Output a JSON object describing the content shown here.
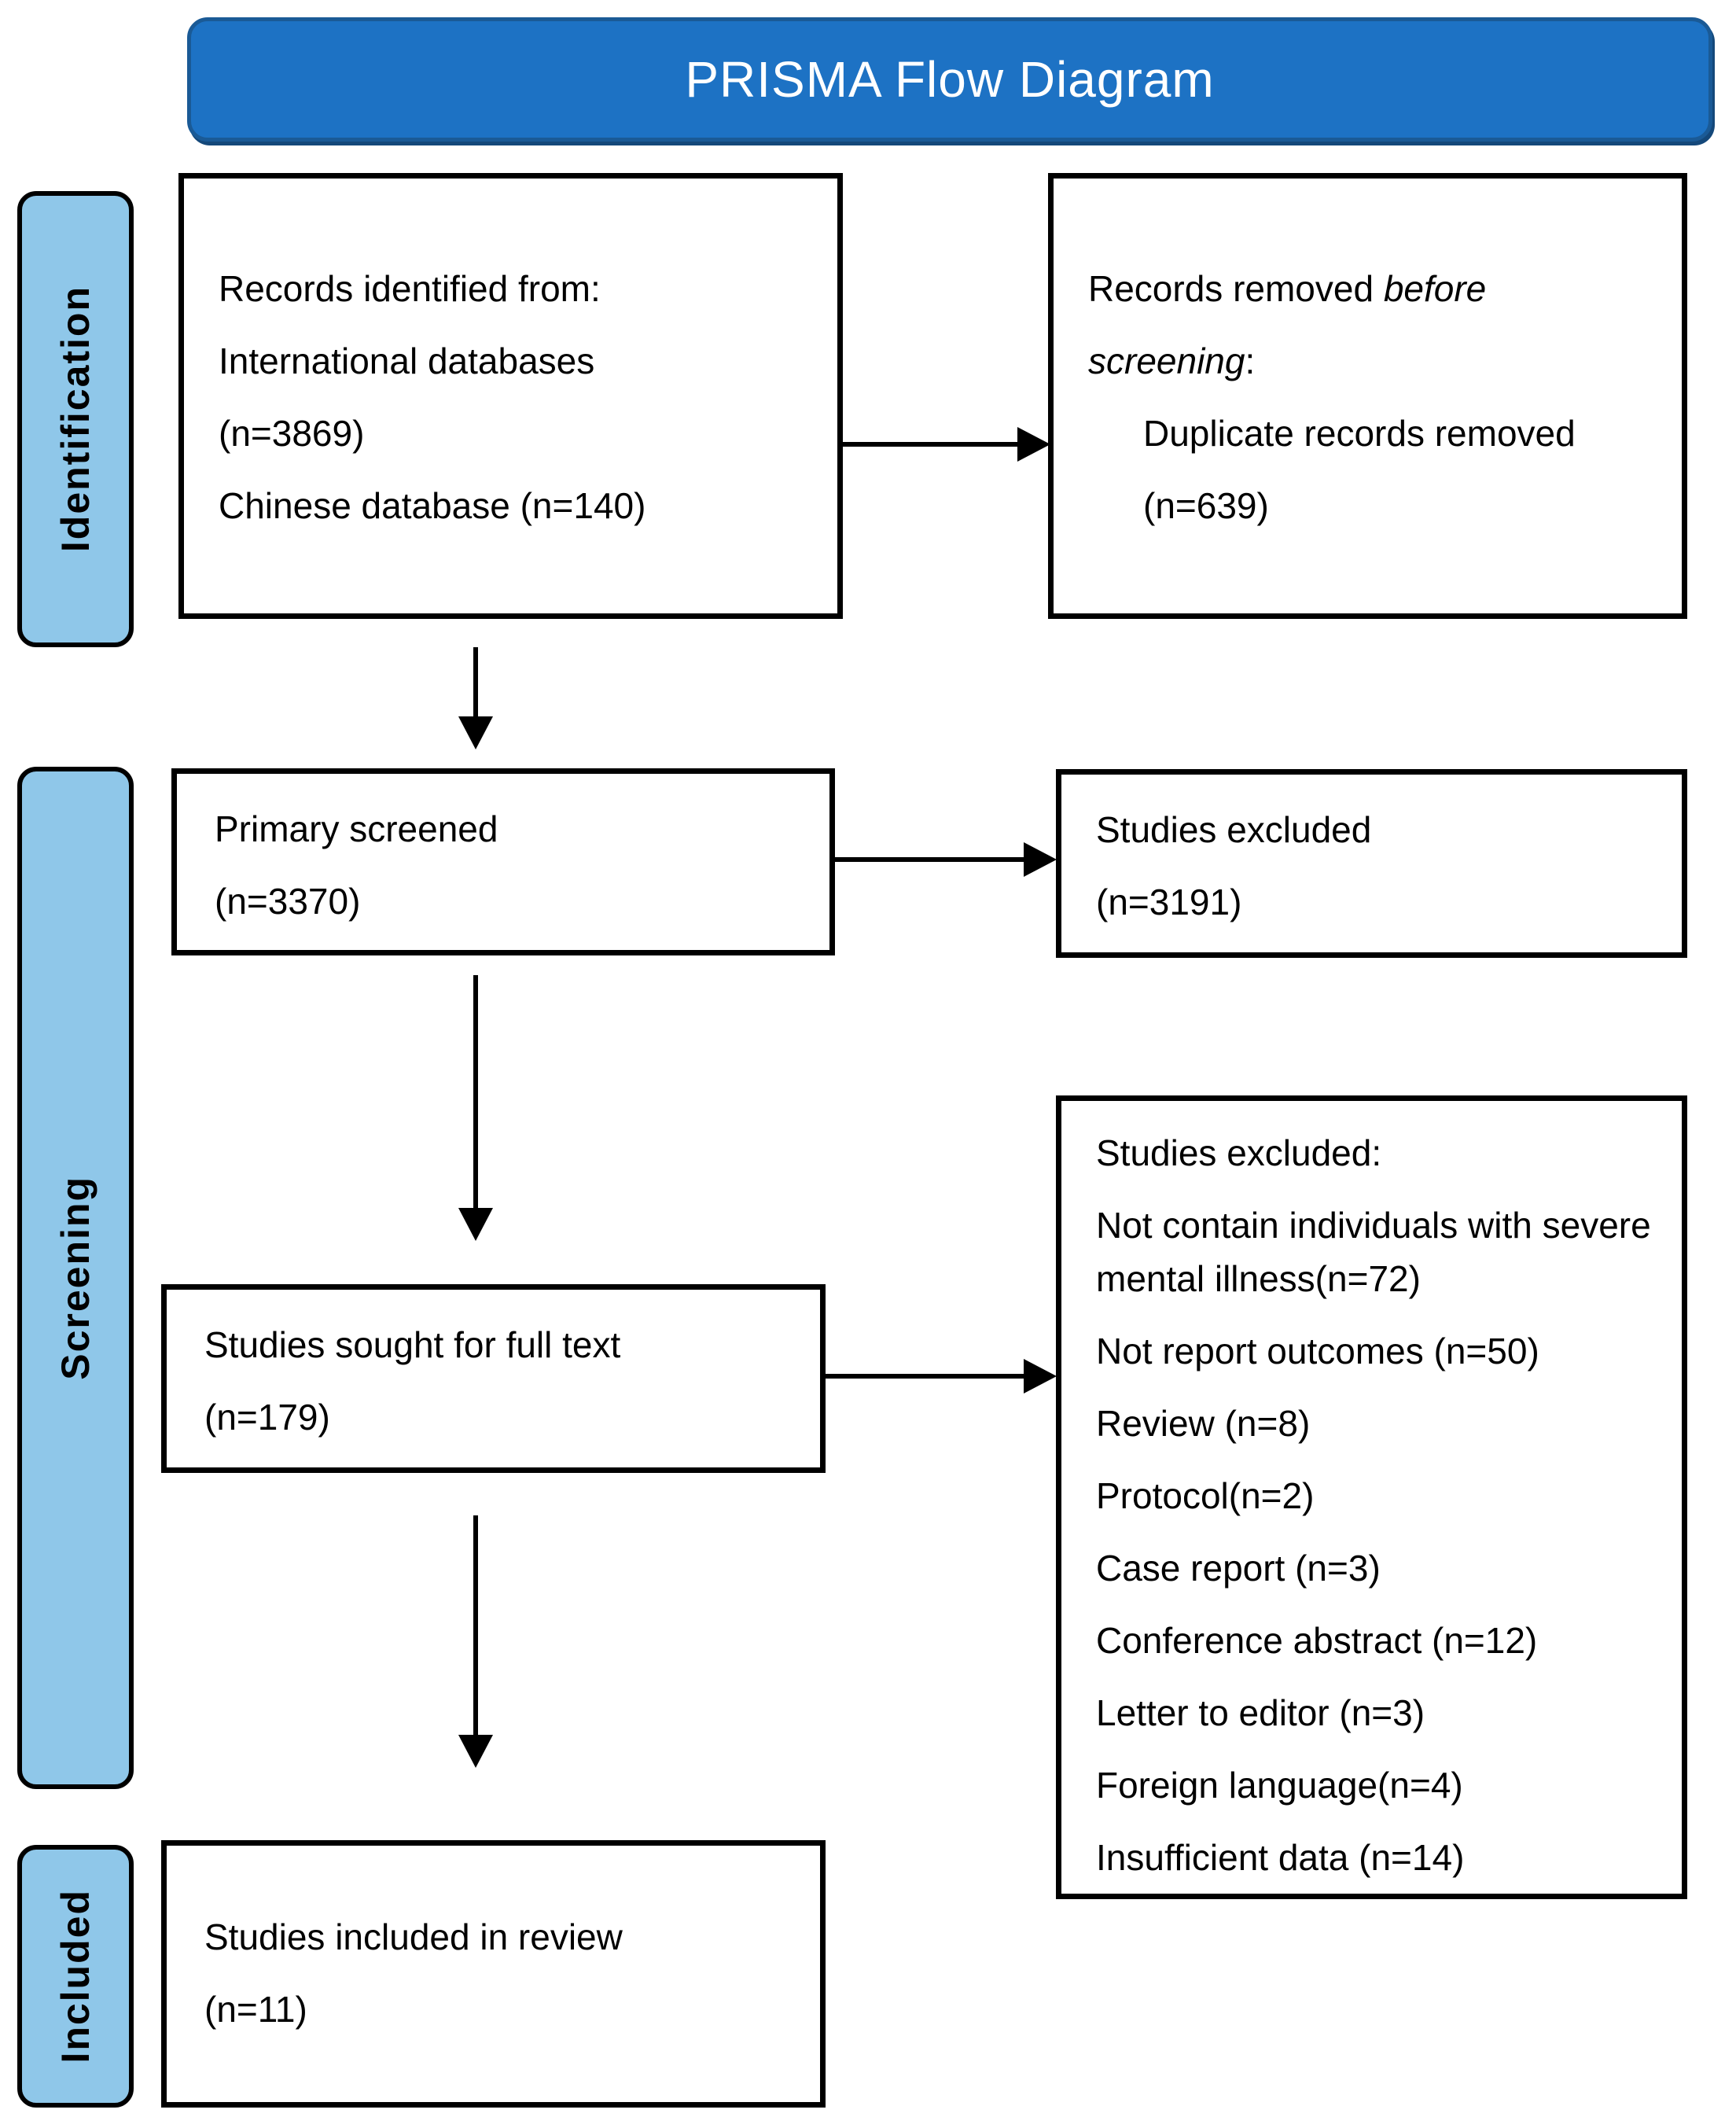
{
  "title": "PRISMA Flow Diagram",
  "stages": {
    "identification": "Identification",
    "screening": "Screening",
    "included": "Included"
  },
  "boxes": {
    "identified": {
      "lines": [
        "Records identified from:",
        "International databases",
        "(n=3869)",
        "Chinese database (n=140)"
      ]
    },
    "removed": {
      "line1_prefix": "Records removed ",
      "line1_italic": "before",
      "line2_italic": "screening",
      "line2_suffix": ":",
      "items": [
        "Duplicate records removed",
        "(n=639)"
      ]
    },
    "primary_screened": {
      "lines": [
        "Primary screened",
        "(n=3370)"
      ]
    },
    "excluded_primary": {
      "lines": [
        "Studies excluded",
        "(n=3191)"
      ]
    },
    "full_text": {
      "lines": [
        "Studies sought for full text",
        "(n=179)"
      ]
    },
    "excluded_full_text": {
      "header": "Studies excluded:",
      "items": [
        "Not contain individuals with severe mental illness(n=72)",
        "Not report outcomes (n=50)",
        "Review (n=8)",
        "Protocol(n=2)",
        "Case report (n=3)",
        "Conference abstract (n=12)",
        "Letter to editor (n=3)",
        "Foreign language(n=4)",
        "Insufficient data (n=14)"
      ]
    },
    "included_review": {
      "lines": [
        "Studies included in review",
        "(n=11)"
      ]
    }
  },
  "colors": {
    "banner_fill": "#1d72c4",
    "banner_border": "#1a5a96",
    "banner_text": "#ffffff",
    "stage_fill": "#8fc7e9",
    "box_border": "#000000",
    "arrow": "#000000",
    "text": "#000000"
  }
}
